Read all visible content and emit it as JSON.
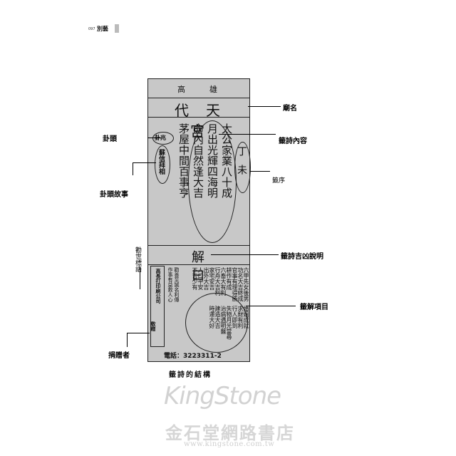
{
  "header": {
    "page": "097",
    "section": "別藝"
  },
  "slip": {
    "city": "高雄",
    "temple": "代天宮",
    "number": "丁未",
    "gua_head": "卦兆",
    "gua_story": "蘇信拜相",
    "poem_cols": [
      "太公家業八十成",
      "月出光輝四海明",
      "命內自然逢大吉",
      "茅屋中間百事亨"
    ],
    "interp_title": "解曰",
    "interp_cols": [
      "六甲先女後男",
      "功名大吉終成",
      "官事有理得勝",
      "耕作有成",
      "六畜大有利",
      "行舟大吉利",
      "家宅安吉",
      "出外大吉",
      "人口平安",
      "不吉少有",
      "婚姻成就",
      "求財有利",
      "行人即到",
      "失物月光當尋",
      "治病遇明醫",
      "建造大吉",
      "時運大好"
    ],
    "moral_cols": [
      "勸善至誠名利傳",
      "作事有益救人心"
    ],
    "donor_cols": [
      "高長打印刷公司",
      "敬贈"
    ],
    "phone": "電話：3223311-2"
  },
  "annotations": {
    "temple_name": "廟名",
    "gua_head": "卦頭",
    "poem_content": "籤詩內容",
    "gua_story": "卦頭故事",
    "sequence": "籤序",
    "fortune": "籤詩吉凶說明",
    "moral": "勸世標語",
    "items": "籤解項目",
    "donor": "捐贈者"
  },
  "caption": "籤詩的結構",
  "watermark": {
    "brand": "KingStone",
    "cn": "金石堂網路書店",
    "url": "www.kingstone.com.tw"
  }
}
